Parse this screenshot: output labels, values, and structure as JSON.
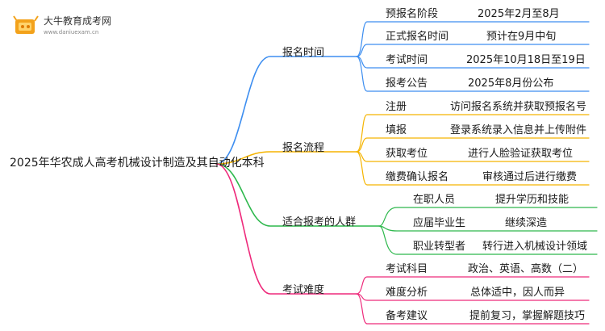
{
  "logo": {
    "title": "大牛教育成考网",
    "url": "www.daniuexam.cn"
  },
  "root": "2025年华农成人高考机械设计制造及其自动化本科",
  "branches": [
    {
      "label": "报名时间",
      "color": "#3d8ef0",
      "children": [
        {
          "label": "预报名阶段",
          "value": "2025年2月至8月"
        },
        {
          "label": "正式报名时间",
          "value": "预计在9月中旬"
        },
        {
          "label": "考试时间",
          "value": "2025年10月18日至19日"
        },
        {
          "label": "报考公告",
          "value": "2025年8月份公布"
        }
      ]
    },
    {
      "label": "报名流程",
      "color": "#f5b400",
      "children": [
        {
          "label": "注册",
          "value": "访问报名系统并获取预报名号"
        },
        {
          "label": "填报",
          "value": "登录系统录入信息并上传附件"
        },
        {
          "label": "获取考位",
          "value": "进行人脸验证获取考位"
        },
        {
          "label": "缴费确认报名",
          "value": "审核通过后进行缴费"
        }
      ]
    },
    {
      "label": "适合报考的人群",
      "color": "#2db84c",
      "children": [
        {
          "label": "在职人员",
          "value": "提升学历和技能"
        },
        {
          "label": "应届毕业生",
          "value": "继续深造"
        },
        {
          "label": "职业转型者",
          "value": "转行进入机械设计领域"
        }
      ]
    },
    {
      "label": "考试难度",
      "color": "#ee2a7b",
      "children": [
        {
          "label": "考试科目",
          "value": "政治、英语、高数（二）"
        },
        {
          "label": "难度分析",
          "value": "总体适中，因人而异"
        },
        {
          "label": "备考建议",
          "value": "提前复习，掌握解题技巧"
        }
      ]
    }
  ]
}
